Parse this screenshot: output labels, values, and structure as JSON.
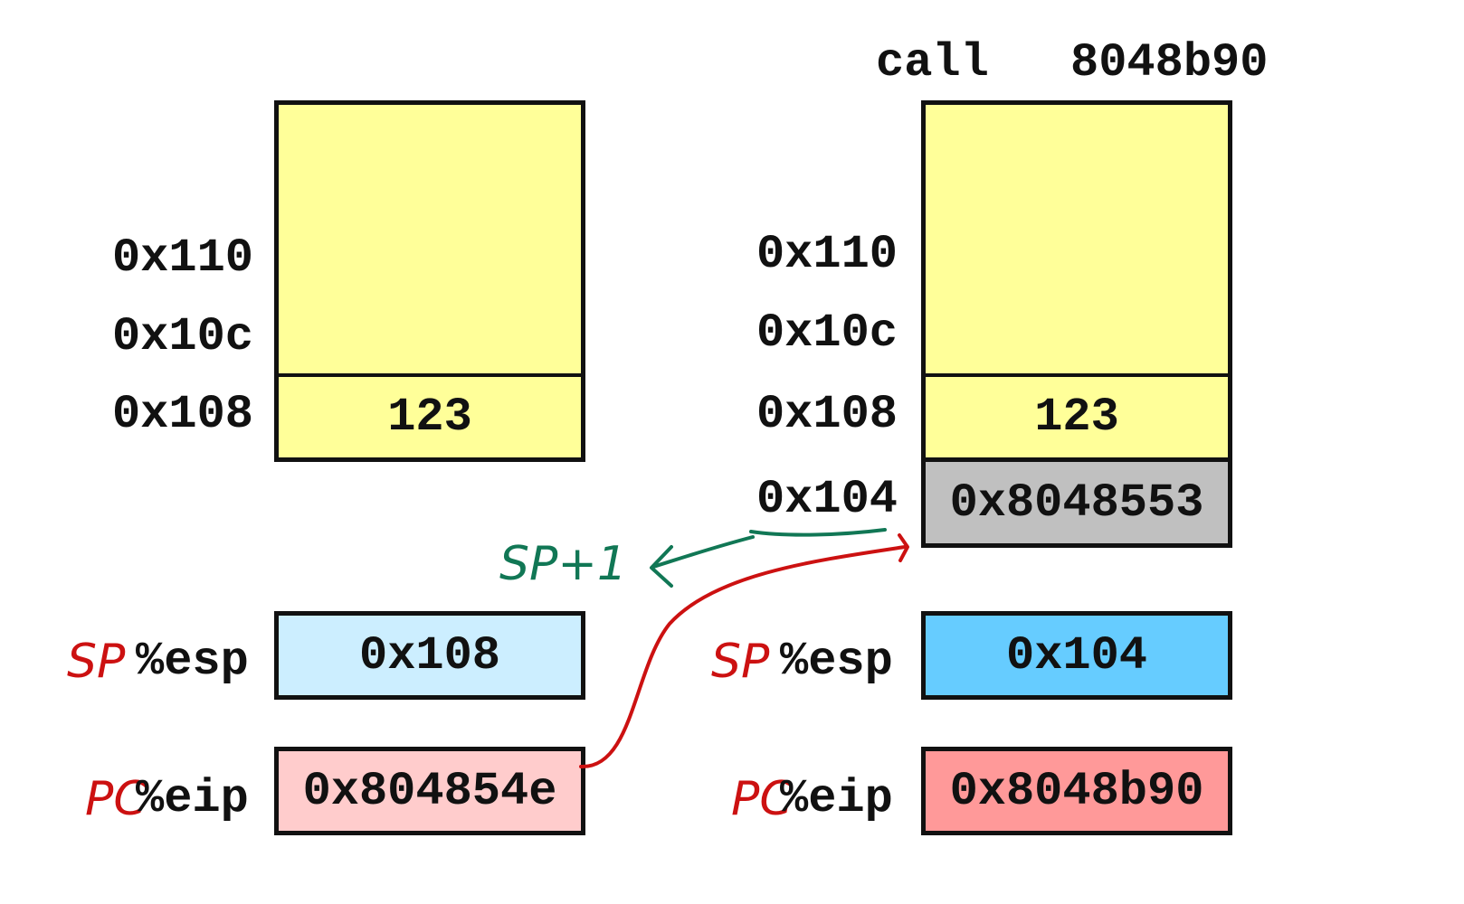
{
  "instruction": {
    "op": "call",
    "target": "8048b90"
  },
  "before": {
    "addresses": {
      "a110": "0x110",
      "a10c": "0x10c",
      "a108": "0x108"
    },
    "stack_cell_value": "123",
    "esp": {
      "reg": "%esp",
      "value": "0x108"
    },
    "eip": {
      "reg": "%eip",
      "value": "0x804854e"
    }
  },
  "after": {
    "addresses": {
      "a110": "0x110",
      "a10c": "0x10c",
      "a108": "0x108",
      "a104": "0x104"
    },
    "stack_cell_value": "123",
    "return_address": "0x8048553",
    "esp": {
      "reg": "%esp",
      "value": "0x104"
    },
    "eip": {
      "reg": "%eip",
      "value": "0x8048b90"
    }
  },
  "annotations": {
    "sp_label": "SP",
    "pc_label": "PC",
    "sp_plus": "SP+1"
  },
  "colors": {
    "stack": "#ffff99",
    "return_cell": "#c0c0c0",
    "esp_before": "#cceeff",
    "esp_after": "#66ccff",
    "eip_before": "#ffcccc",
    "eip_after": "#ff9999",
    "handwriting_red": "#cc1111",
    "handwriting_green": "#117755"
  }
}
